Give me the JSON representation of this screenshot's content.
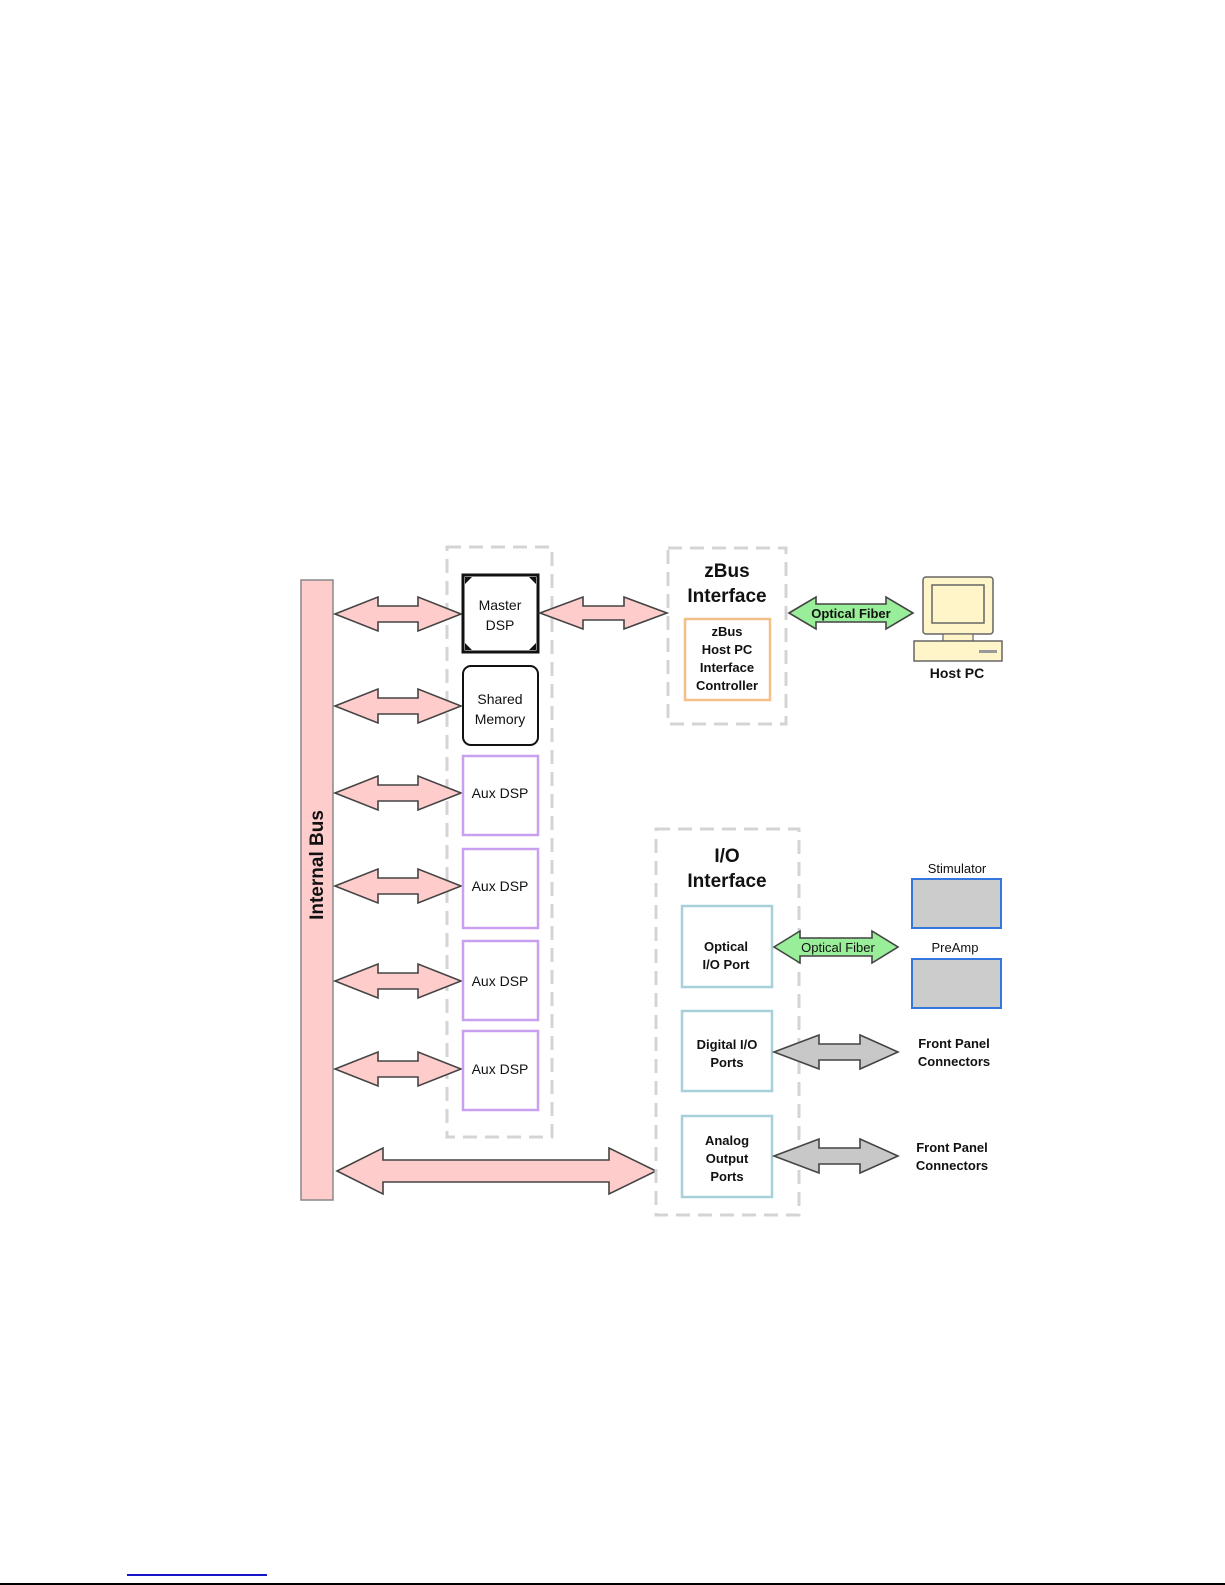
{
  "diagram": {
    "internal_bus": {
      "label": "Internal Bus"
    },
    "dsp_group": {
      "master_dsp": {
        "line1": "Master",
        "line2": "DSP"
      },
      "shared_memory": {
        "line1": "Shared",
        "line2": "Memory"
      },
      "aux_dsps": [
        {
          "label": "Aux DSP"
        },
        {
          "label": "Aux DSP"
        },
        {
          "label": "Aux DSP"
        },
        {
          "label": "Aux DSP"
        }
      ]
    },
    "zbus_interface": {
      "title_line1": "zBus",
      "title_line2": "Interface",
      "controller": {
        "lines": [
          "zBus",
          "Host PC",
          "Interface",
          "Controller"
        ]
      }
    },
    "io_interface": {
      "title_line1": "I/O",
      "title_line2": "Interface",
      "ports": [
        {
          "lines": [
            "Optical",
            "I/O Port"
          ]
        },
        {
          "lines": [
            "Digital I/O",
            "Ports"
          ]
        },
        {
          "lines": [
            "Analog",
            "Output",
            "Ports"
          ]
        }
      ]
    },
    "connections": {
      "host_fiber_label": "Optical Fiber",
      "io_fiber_label": "Optical Fiber"
    },
    "external": {
      "host_pc": {
        "label": "Host PC"
      },
      "stimulator": {
        "label": "Stimulator"
      },
      "preamp": {
        "label": "PreAmp"
      },
      "front_panel_1": {
        "line1": "Front Panel",
        "line2": "Connectors"
      },
      "front_panel_2": {
        "line1": "Front Panel",
        "line2": "Connectors"
      }
    },
    "colors": {
      "bus_pink": "#ffcccc",
      "fiber_green": "#99ee99",
      "gray_arrow": "#c8c8c8",
      "pc_cream": "#fff5c8",
      "aux_purple": "#c9a0f0",
      "zbus_orange": "#f5c088",
      "io_teal": "#a8d0d8",
      "device_gray": "#cccccc",
      "device_blue": "#3377dd"
    }
  }
}
